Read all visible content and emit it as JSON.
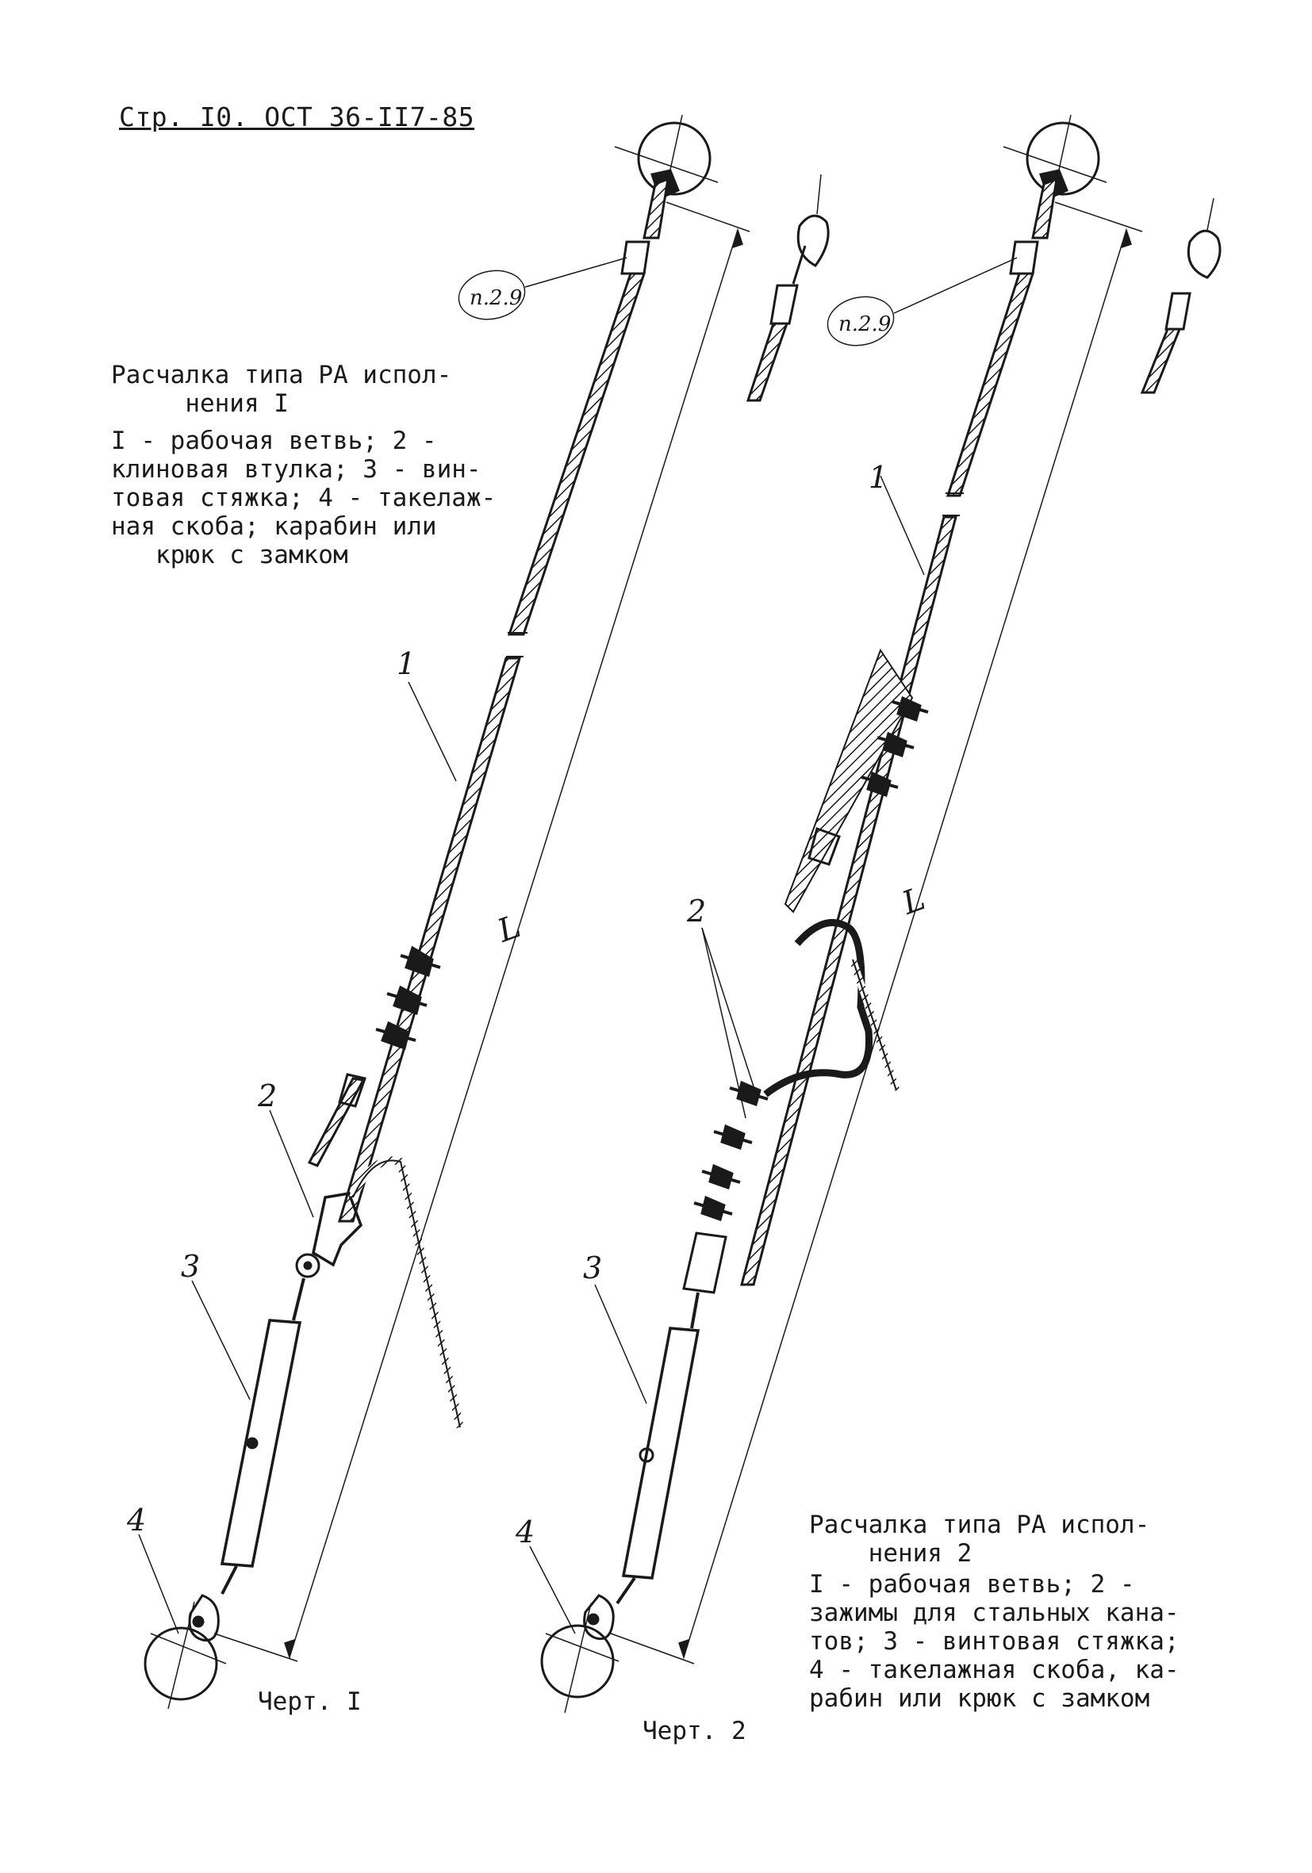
{
  "header": {
    "text": "Стр. I0. ОСТ 36-II7-85"
  },
  "figure1": {
    "caption_title": "Расчалка типа РА испол-\n     нения I",
    "caption_body": "I - рабочая ветвь; 2 -\nклиновая втулка; 3 - вин-\nтовая стяжка; 4 - такелаж-\nная скоба; карабин или\n   крюк с замком",
    "label": "Черт. I",
    "callouts": {
      "ref": "п.2.9",
      "item1": "1",
      "item2": "2",
      "item3": "3",
      "item4": "4",
      "length": "L"
    }
  },
  "figure2": {
    "caption_title": "Расчалка типа РА испол-\n    нения 2",
    "caption_body": "I - рабочая ветвь; 2 -\nзажимы для стальных кана-\nтов; 3 - винтовая стяжка;\n4 - такелажная скоба, ка-\nрабин или крюк с замком",
    "label": "Черт. 2",
    "callouts": {
      "ref": "п.2.9",
      "item1": "1",
      "item2": "2",
      "item3": "3",
      "item4": "4",
      "length": "L"
    }
  },
  "colors": {
    "ink": "#1a1a1a",
    "paper": "#ffffff"
  }
}
